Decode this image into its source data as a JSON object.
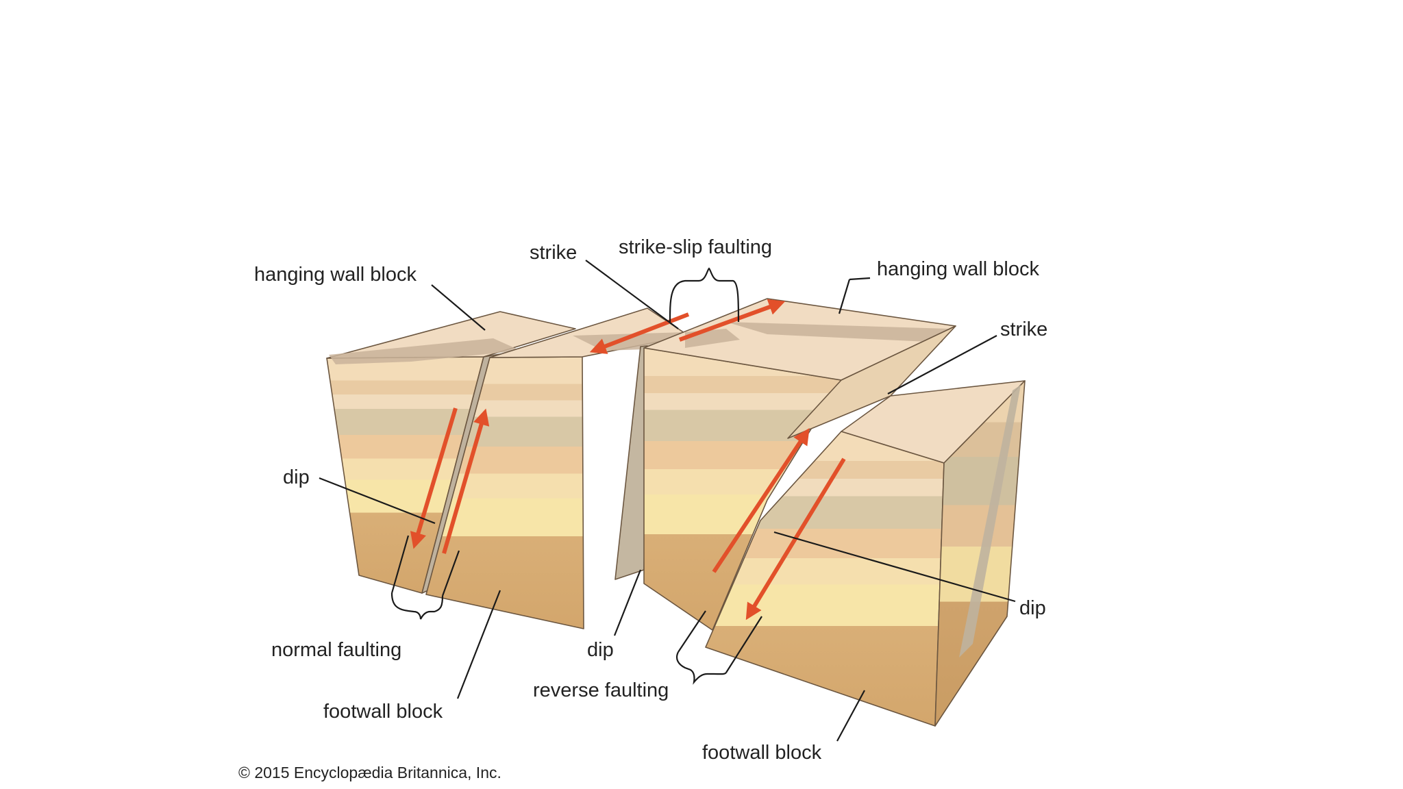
{
  "labels": {
    "hanging_wall_left": "hanging wall block",
    "strike_top": "strike",
    "strike_slip": "strike-slip faulting",
    "hanging_wall_right": "hanging wall block",
    "strike_right": "strike",
    "dip_left": "dip",
    "dip_right": "dip",
    "dip_center": "dip",
    "normal_faulting": "normal faulting",
    "footwall_left": "footwall block",
    "reverse_faulting": "reverse faulting",
    "footwall_right": "footwall block"
  },
  "copyright": "© 2015 Encyclopædia Britannica, Inc.",
  "colors": {
    "top_surface": "#f1dcc2",
    "top_band": "#c9b39a",
    "layer_light": "#f4ddb9",
    "layer_tan": "#e8c79c",
    "layer_gray": "#d9c7a6",
    "layer_yellow": "#f6e1a6",
    "layer_base": "#d8ae76",
    "fault_plane": "#bfb29e",
    "arrow": "#e2502a"
  }
}
